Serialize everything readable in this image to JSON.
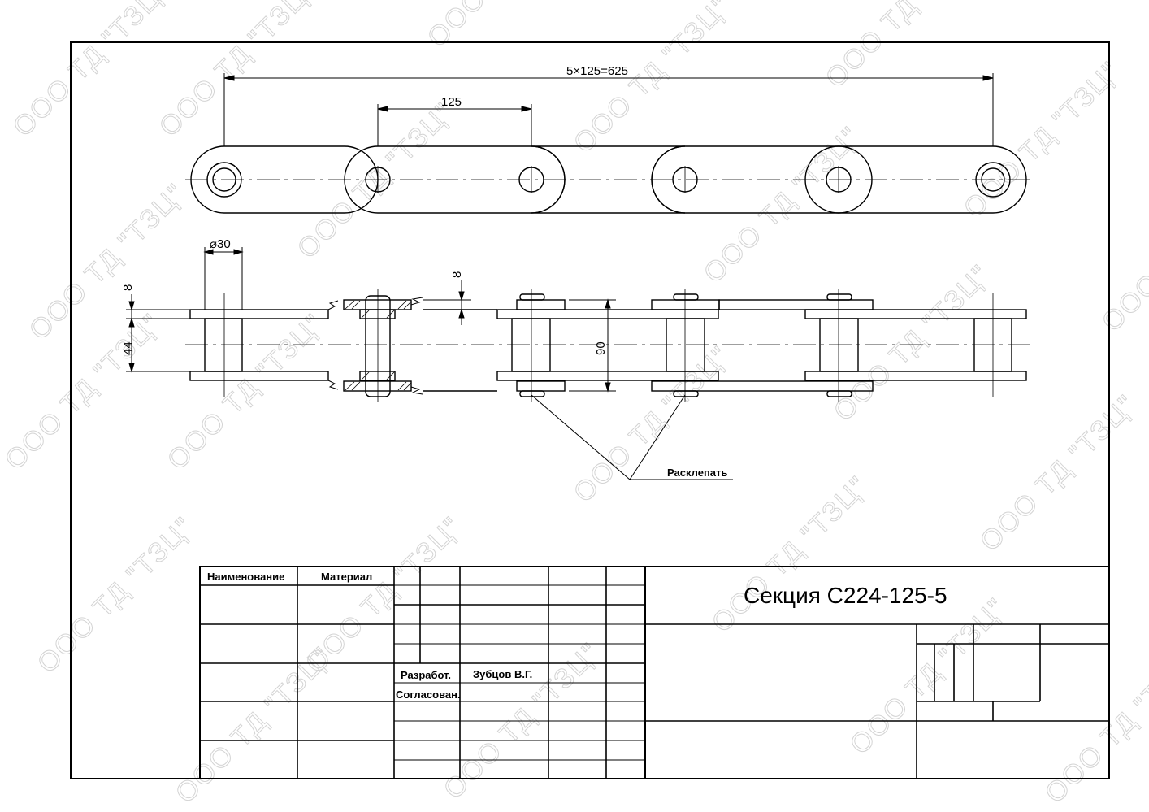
{
  "watermark": "ООО ТД \"ТЗЦ\"",
  "dimensions": {
    "overall": "5×125=625",
    "pitch": "125",
    "pin_diameter": "⌀30",
    "plate_thickness_top": "8",
    "inner_width": "44",
    "bushing_step": "8",
    "overall_height": "90"
  },
  "annotation": "Расклепать",
  "title_block": {
    "col_name": "Наименование",
    "col_material": "Материал",
    "developed_label": "Разработ.",
    "developed_by": "Зубцов В.Г.",
    "agreed_label": "Согласован.",
    "drawing_title": "Секция С224-125-5"
  }
}
